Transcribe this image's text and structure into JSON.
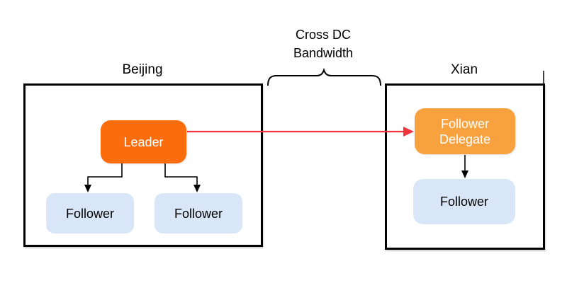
{
  "annotation": {
    "line1": "Cross DC",
    "line2": "Bandwidth"
  },
  "regions": {
    "beijing": {
      "label": "Beijing",
      "nodes": {
        "leader": {
          "label": "Leader"
        },
        "followers": [
          {
            "label": "Follower"
          },
          {
            "label": "Follower"
          }
        ]
      }
    },
    "xian": {
      "label": "Xian",
      "nodes": {
        "follower_delegate": {
          "label": "Follower Delegate"
        },
        "follower": {
          "label": "Follower"
        }
      }
    }
  },
  "connections": [
    {
      "from": "leader",
      "to": "follower_delegate",
      "style": "red-arrow",
      "label": ""
    },
    {
      "from": "leader",
      "to": "beijing-follower-left",
      "style": "black-elbow-arrow",
      "label": ""
    },
    {
      "from": "leader",
      "to": "beijing-follower-right",
      "style": "black-elbow-arrow",
      "label": ""
    },
    {
      "from": "follower_delegate",
      "to": "xian-follower",
      "style": "black-arrow",
      "label": ""
    }
  ],
  "colors": {
    "orange_strong": "#FB6D0C",
    "orange_light": "#F7A23E",
    "blue_light": "#D9E6F8",
    "arrow_red": "#F5333F",
    "box_border": "#000000",
    "text_dark": "#000000",
    "text_light": "#FFFFFF",
    "canvas_bg": "#FFFFFF"
  }
}
